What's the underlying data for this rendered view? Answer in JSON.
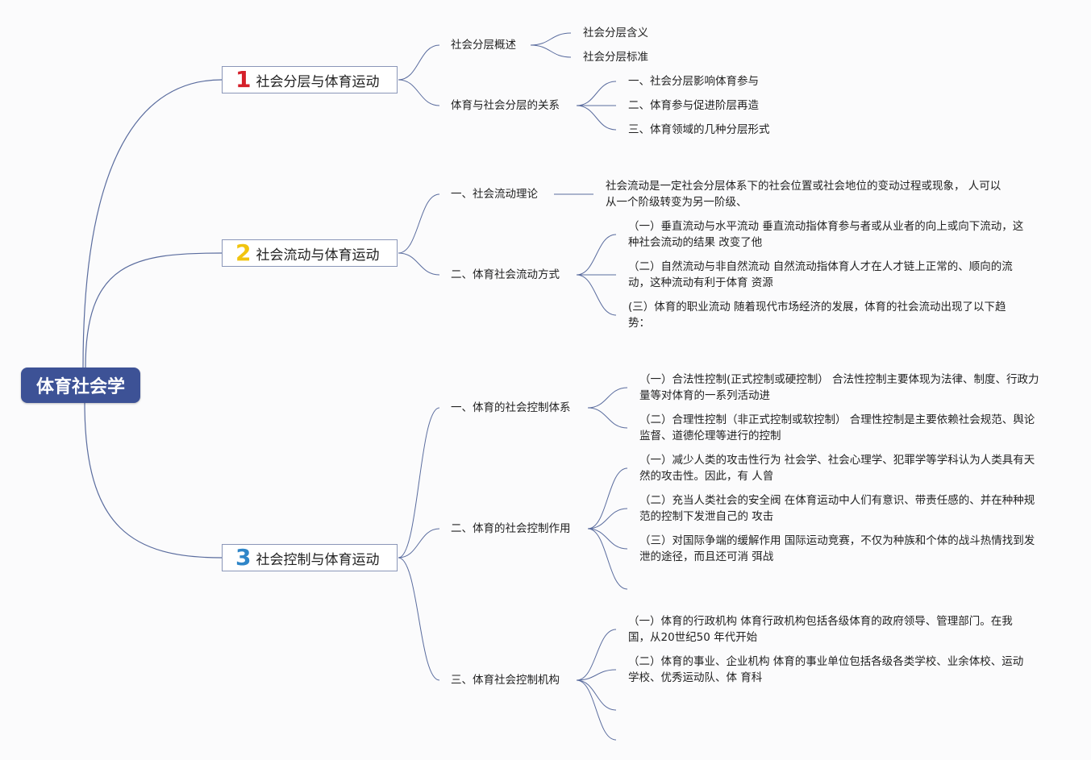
{
  "root": {
    "label": "体育社会学"
  },
  "branches": [
    {
      "number": "1",
      "number_color": "#d5202a",
      "label": "社会分层与体育运动",
      "children": [
        {
          "label": "社会分层概述",
          "children": [
            "社会分层含义",
            "社会分层标准"
          ]
        },
        {
          "label": "体育与社会分层的关系",
          "children": [
            "一、社会分层影响体育参与",
            "二、体育参与促进阶层再造",
            "三、体育领域的几种分层形式"
          ]
        }
      ]
    },
    {
      "number": "2",
      "number_color": "#f1c40f",
      "label": "社会流动与体育运动",
      "children": [
        {
          "label": "一、社会流动理论",
          "children": [
            "社会流动是一定社会分层体系下的社会位置或社会地位的变动过程或现象， 人可以从一个阶级转变为另一阶级、"
          ]
        },
        {
          "label": "二、体育社会流动方式",
          "children": [
            "（一）垂直流动与水平流动 垂直流动指体育参与者或从业者的向上或向下流动，这种社会流动的结果 改变了他",
            "（二）自然流动与非自然流动 自然流动指体育人才在人才链上正常的、顺向的流动，这种流动有利于体育 资源",
            "(三）体育的职业流动 随着现代市场经济的发展，体育的社会流动出现了以下趋势："
          ]
        }
      ]
    },
    {
      "number": "3",
      "number_color": "#2f86c8",
      "label": "社会控制与体育运动",
      "children": [
        {
          "label": "一、体育的社会控制体系",
          "children": [
            "（一）合法性控制(正式控制或硬控制） 合法性控制主要体现为法律、制度、行政力量等对体育的一系列活动进",
            "（二）合理性控制（非正式控制或软控制） 合理性控制是主要依赖社会规范、舆论监督、道德伦理等进行的控制"
          ]
        },
        {
          "label": "二、体育的社会控制作用",
          "children": [
            "（一）减少人类的攻击性行为 社会学、社会心理学、犯罪学等学科认为人类具有天然的攻击性。因此，有 人曾",
            "（二）充当人类社会的安全阀 在体育运动中人们有意识、带责任感的、并在种种规范的控制下发泄自己的 攻击",
            "（三）对国际争端的缓解作用 国际运动竞赛，不仅为种族和个体的战斗热情找到发泄的途径，而且还可消 弭战",
            ""
          ]
        },
        {
          "label": "三、体育社会控制机构",
          "children": [
            "（一）体育的行政机构 体育行政机构包括各级体育的政府领导、管理部门。在我国，从20世纪50 年代开始",
            "（二）体育的事业、企业机构 体育的事业单位包括各级各类学校、业余体校、运动学校、优秀运动队、体 育科",
            "",
            ""
          ]
        }
      ]
    }
  ]
}
